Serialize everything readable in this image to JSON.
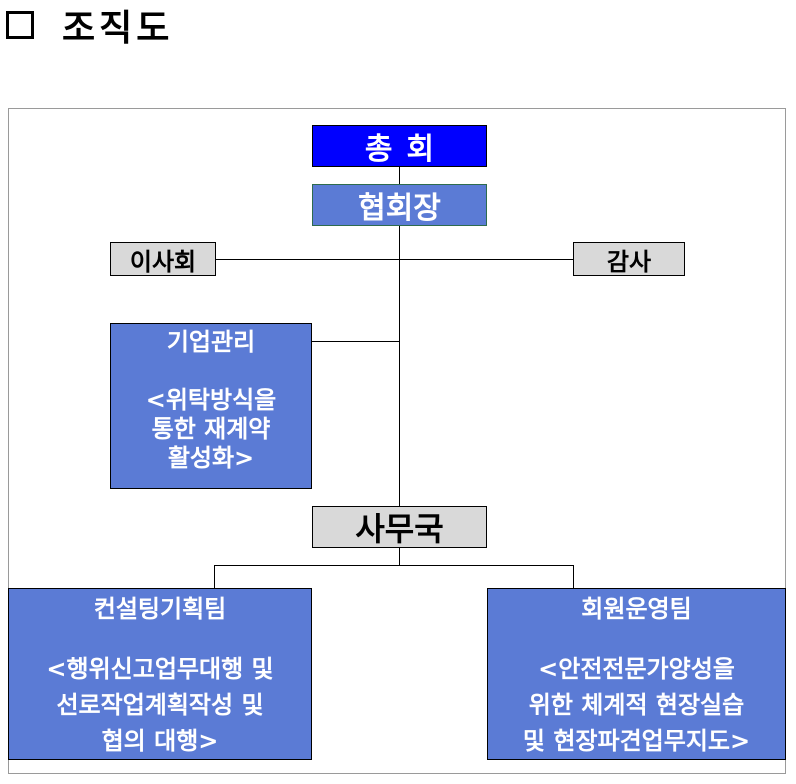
{
  "heading": {
    "title": "조직도"
  },
  "org": {
    "general_assembly": "총회",
    "president": "협회장",
    "board": "이사회",
    "audit": "감사",
    "enterprise": {
      "title": "기업관리",
      "lines": [
        "<위탁방식을",
        "통한 재계약",
        "활성화>"
      ]
    },
    "secretariat": "사무국",
    "consulting_team": {
      "title": "컨설팅기획팀",
      "lines": [
        "<행위신고업무대행 및",
        "선로작업계획작성 및",
        "협의 대행>"
      ]
    },
    "member_team": {
      "title": "회원운영팀",
      "lines": [
        "<안전전문가양성을",
        "위한 체계적 현장실습",
        "및 현장파견업무지도>"
      ]
    }
  },
  "colors": {
    "assembly_fill": "#0000ff",
    "unit_fill": "#5b7bd5",
    "staff_fill": "#d9d9d9",
    "frame": "#9a9a9a"
  }
}
